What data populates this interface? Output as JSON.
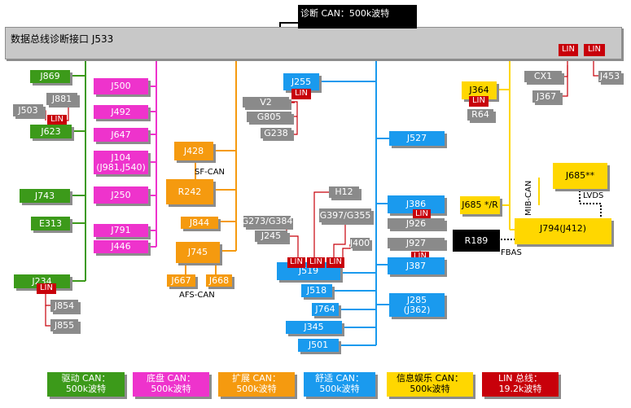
{
  "bus": {
    "title": "数据总线诊断接口 J533",
    "diagnosis": "诊断 CAN：500k波特"
  },
  "labels": {
    "sf_can": "SF-CAN",
    "afs_can": "AFS-CAN",
    "mib_can": "MIB-CAN",
    "lvds": "LVDS",
    "fbas": "FBAS"
  },
  "nodes": {
    "J869": "J869",
    "J881": "J881",
    "J503": "J503",
    "J623": "J623",
    "J743": "J743",
    "E313": "E313",
    "J234": "J234",
    "J854": "J854",
    "J855": "J855",
    "J500": "J500",
    "J492": "J492",
    "J647": "J647",
    "J104a": "J104",
    "J104b": "(J981,J540)",
    "J250": "J250",
    "J791": "J791",
    "J446": "J446",
    "J428": "J428",
    "R242": "R242",
    "J844": "J844",
    "J745": "J745",
    "J667": "J667",
    "J668": "J668",
    "G273": "G273/G384",
    "J245": "J245",
    "J255": "J255",
    "V2": "V2",
    "G805": "G805",
    "G238": "G238",
    "J527": "J527",
    "H12": "H12",
    "G397": "G397/G355",
    "J400": "J400",
    "J519": "J519",
    "J518": "J518",
    "J764": "J764",
    "J345": "J345",
    "J501": "J501",
    "J386": "J386",
    "J926": "J926",
    "J927": "J927",
    "J387": "J387",
    "J285a": "J285",
    "J285b": "(J362)",
    "J364": "J364",
    "R64": "R64",
    "CX1": "CX1",
    "J367": "J367",
    "J453": "J453",
    "J685s": "J685**",
    "J685r": "J685 */R",
    "J794": "J794(J412)",
    "R189": "R189",
    "lin": "LIN"
  },
  "legend": [
    {
      "line1": "驱动 CAN：",
      "line2": "500k波特",
      "color": "#3c9a1a"
    },
    {
      "line1": "底盘 CAN：",
      "line2": "500k波特",
      "color": "#ee33cc"
    },
    {
      "line1": "扩展 CAN：",
      "line2": "500k波特",
      "color": "#f59a0f"
    },
    {
      "line1": "舒适 CAN：",
      "line2": "500k波特",
      "color": "#1a9aee"
    },
    {
      "line1": "信息娱乐 CAN：",
      "line2": "500k波特",
      "color": "#ffd700"
    },
    {
      "line1": "LIN 总线：",
      "line2": "19.2k波特",
      "color": "#c8000a"
    }
  ]
}
